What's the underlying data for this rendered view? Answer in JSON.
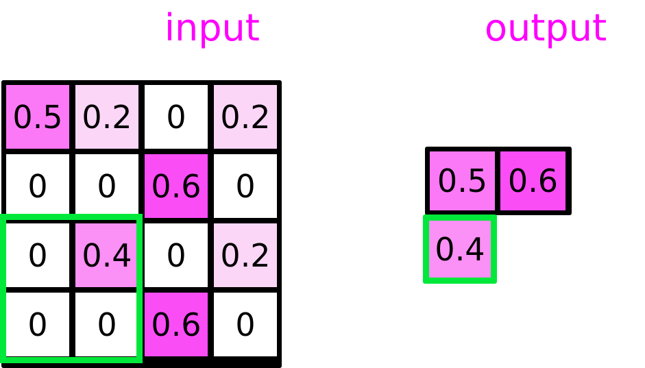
{
  "labels": {
    "input_title": "input",
    "output_title": "output"
  },
  "colors": {
    "title": "#ff00ff",
    "grid_line": "#000000",
    "highlight": "#00e83a",
    "value_0.0": "#ffffff",
    "value_0.2": "#fbd6f7",
    "value_0.4": "#fb90f6",
    "value_0.5": "#fb79f6",
    "value_0.6": "#fb4df6",
    "text": "#000000"
  },
  "input": {
    "rows": 4,
    "cols": 4,
    "cells": [
      [
        {
          "text": "0.5",
          "value": 0.5,
          "fill": "#fb79f6"
        },
        {
          "text": "0.2",
          "value": 0.2,
          "fill": "#fbd6f7"
        },
        {
          "text": "0",
          "value": 0,
          "fill": "#ffffff"
        },
        {
          "text": "0.2",
          "value": 0.2,
          "fill": "#fbd6f7"
        }
      ],
      [
        {
          "text": "0",
          "value": 0,
          "fill": "#ffffff"
        },
        {
          "text": "0",
          "value": 0,
          "fill": "#ffffff"
        },
        {
          "text": "0.6",
          "value": 0.6,
          "fill": "#fb4df6"
        },
        {
          "text": "0",
          "value": 0,
          "fill": "#ffffff"
        }
      ],
      [
        {
          "text": "0",
          "value": 0,
          "fill": "#ffffff"
        },
        {
          "text": "0.4",
          "value": 0.4,
          "fill": "#fb90f6"
        },
        {
          "text": "0",
          "value": 0,
          "fill": "#ffffff"
        },
        {
          "text": "0.2",
          "value": 0.2,
          "fill": "#fbd6f7"
        }
      ],
      [
        {
          "text": "0",
          "value": 0,
          "fill": "#ffffff"
        },
        {
          "text": "0",
          "value": 0,
          "fill": "#ffffff"
        },
        {
          "text": "0.6",
          "value": 0.6,
          "fill": "#fb4df6"
        },
        {
          "text": "0",
          "value": 0,
          "fill": "#ffffff"
        }
      ]
    ],
    "highlight_region": {
      "row_start": 2,
      "col_start": 0,
      "row_span": 2,
      "col_span": 2
    }
  },
  "output": {
    "rows": 2,
    "cols": 2,
    "top_row": [
      {
        "text": "0.5",
        "value": 0.5,
        "fill": "#fb79f6"
      },
      {
        "text": "0.6",
        "value": 0.6,
        "fill": "#fb4df6"
      }
    ],
    "highlighted_cell": {
      "text": "0.4",
      "value": 0.4,
      "fill": "#fb90f6"
    }
  }
}
